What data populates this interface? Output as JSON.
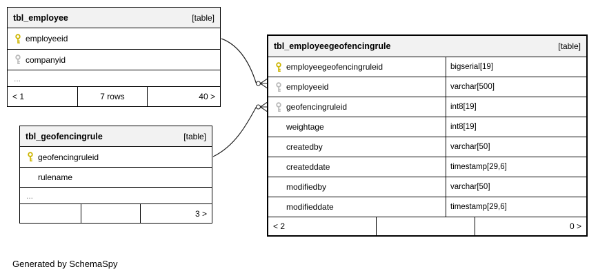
{
  "note": "Generated by SchemaSpy",
  "colors": {
    "primary_key": "#cdb500",
    "foreign_key": "#b9b9b9",
    "header_bg": "#f2f2f2"
  },
  "tables": {
    "employee": {
      "title": "tbl_employee",
      "badge": "[table]",
      "columns": [
        {
          "name": "employeeid",
          "key": "primary"
        },
        {
          "name": "companyid",
          "key": "foreign"
        },
        {
          "name": "...",
          "key": "none"
        }
      ],
      "footer": {
        "left": "< 1",
        "center": "7 rows",
        "right": "40 >"
      }
    },
    "geofencingrule": {
      "title": "tbl_geofencingrule",
      "badge": "[table]",
      "columns": [
        {
          "name": "geofencingruleid",
          "key": "primary"
        },
        {
          "name": "rulename",
          "key": "none"
        },
        {
          "name": "...",
          "key": "none"
        }
      ],
      "footer": {
        "left": "",
        "center": "",
        "right": "3 >"
      }
    },
    "employeegeofencingrule": {
      "title": "tbl_employeegeofencingrule",
      "badge": "[table]",
      "columns": [
        {
          "name": "employeegeofencingruleid",
          "type": "bigserial[19]",
          "key": "primary"
        },
        {
          "name": "employeeid",
          "type": "varchar[500]",
          "key": "foreign"
        },
        {
          "name": "geofencingruleid",
          "type": "int8[19]",
          "key": "foreign"
        },
        {
          "name": "weightage",
          "type": "int8[19]",
          "key": "none"
        },
        {
          "name": "createdby",
          "type": "varchar[50]",
          "key": "none"
        },
        {
          "name": "createddate",
          "type": "timestamp[29,6]",
          "key": "none"
        },
        {
          "name": "modifiedby",
          "type": "varchar[50]",
          "key": "none"
        },
        {
          "name": "modifieddate",
          "type": "timestamp[29,6]",
          "key": "none"
        }
      ],
      "footer": {
        "left": "< 2",
        "center": "",
        "right": "0 >"
      }
    }
  }
}
